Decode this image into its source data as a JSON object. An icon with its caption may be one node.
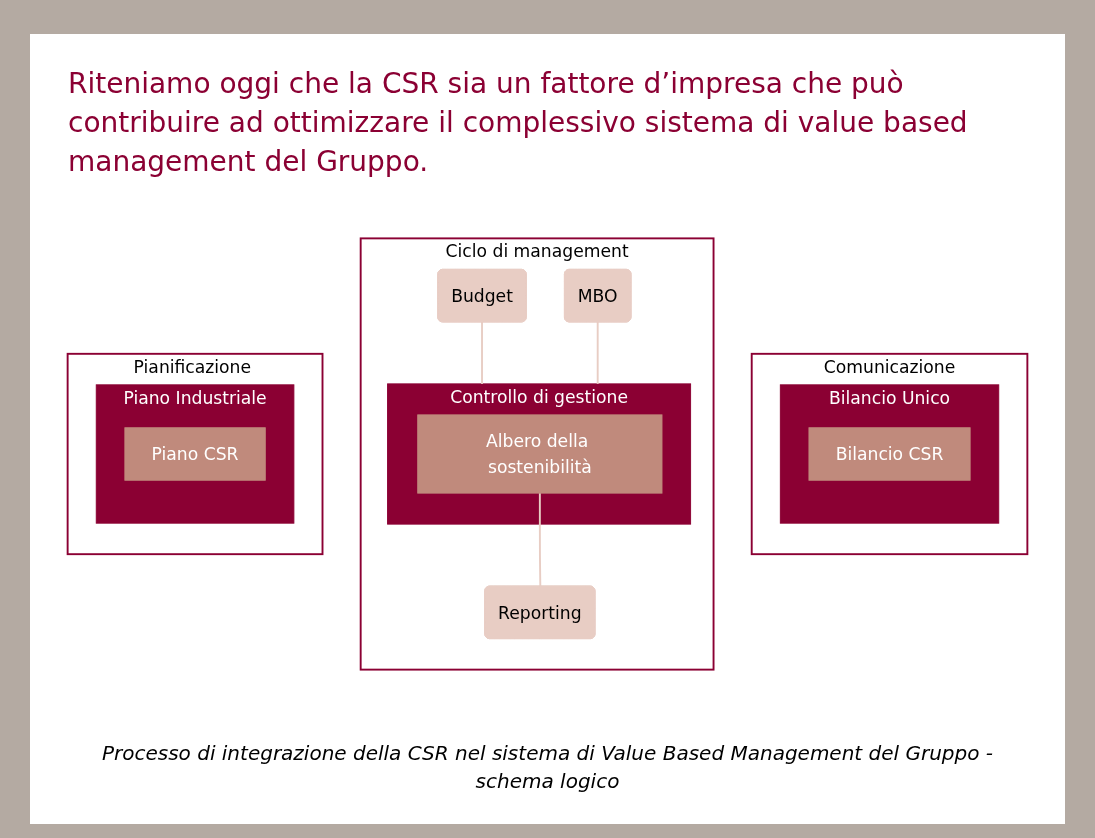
{
  "diagram": {
    "title": "Riteniamo oggi che la CSR sia un fattore d’impresa che può contribuire ad ottimizzare il complessivo sistema di value based management del Gruppo.",
    "caption": "Processo di integrazione della CSR nel sistema di Value Based Management del Gruppo - schema logico",
    "nodes": [
      {
        "text": [
          "Pianificazione strategica"
        ]
      },
      {
        "text": [
          "Piano Industriale"
        ],
        "in": 0
      },
      {
        "text": [
          "Piano CSR"
        ],
        "in": 1
      },
      {
        "text": [
          "Ciclo di management"
        ]
      },
      {
        "text": [
          "Budget"
        ],
        "in": 3
      },
      {
        "text": [
          "MBO"
        ],
        "in": 3
      },
      {
        "text": [
          "Controllo di gestione"
        ],
        "in": 3
      },
      {
        "text": [
          "Albero della sostenibilità"
        ],
        "in": 6
      },
      {
        "text": [
          "Reporting"
        ],
        "in": 3
      },
      {
        "text": [
          "Comunicazione"
        ]
      },
      {
        "text": [
          "Bilancio Unico"
        ],
        "in": 9
      },
      {
        "text": [
          "Bilancio CSR"
        ],
        "in": 10
      }
    ],
    "edges": [
      {
        "from": 4,
        "to": 6,
        "arrow": "none"
      },
      {
        "from": 5,
        "to": 6,
        "arrow": "none"
      },
      {
        "from": 7,
        "to": 8,
        "arrow": "none"
      }
    ]
  }
}
